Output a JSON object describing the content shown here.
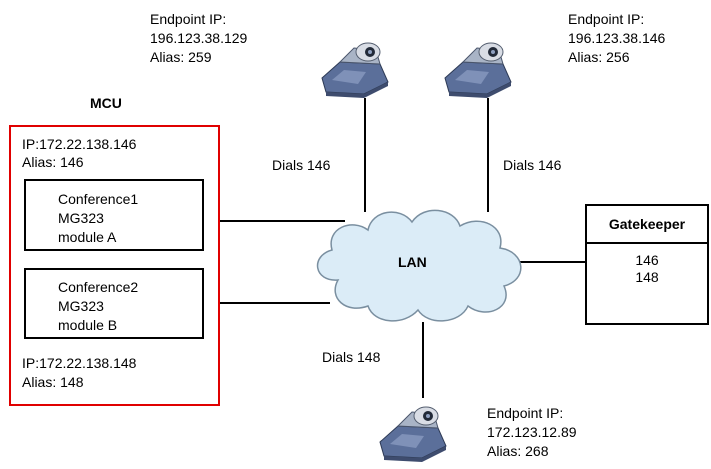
{
  "mcu": {
    "title": "MCU",
    "ip_top": "IP:172.22.138.146",
    "alias_top": "Alias: 146",
    "ip_bottom": "IP:172.22.138.148",
    "alias_bottom": "Alias: 148",
    "border_color": "#e00000"
  },
  "conferences": [
    {
      "line1": "Conference1",
      "line2": "MG323",
      "line3": "module A"
    },
    {
      "line1": "Conference2",
      "line2": "MG323",
      "line3": "module B"
    }
  ],
  "lan": {
    "label": "LAN",
    "fill_color": "#dbecf7"
  },
  "gatekeeper": {
    "title": "Gatekeeper",
    "entries": [
      "146",
      "148"
    ]
  },
  "endpoints": [
    {
      "title": "Endpoint IP:",
      "ip": "196.123.38.129",
      "alias": "Alias: 259",
      "dial": "Dials 146"
    },
    {
      "title": "Endpoint IP:",
      "ip": "196.123.38.146",
      "alias": "Alias: 256",
      "dial": "Dials 146"
    },
    {
      "title": "Endpoint IP:",
      "ip": "172.123.12.89",
      "alias": "Alias: 268",
      "dial": "Dials 148"
    }
  ],
  "icons": {
    "endpoint": "video-conference-unit-icon",
    "lan": "cloud-icon"
  }
}
